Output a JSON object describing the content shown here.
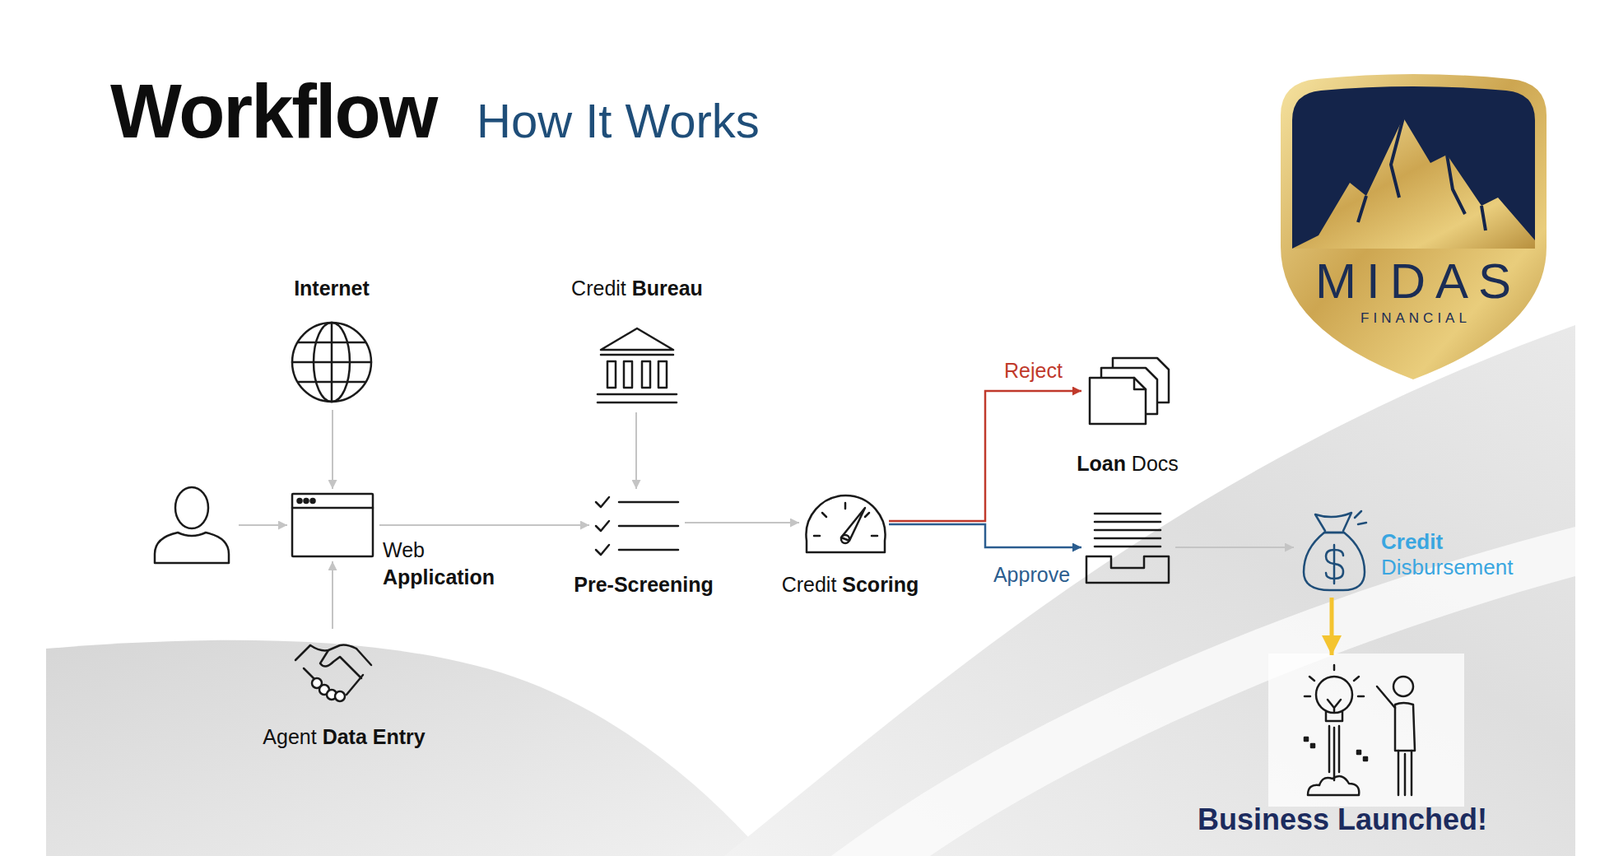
{
  "diagram": {
    "title": "Workflow",
    "nodes": [
      {
        "text": []
      },
      {
        "text": [
          "Internet"
        ]
      },
      {
        "text": [
          "Web Application"
        ]
      },
      {
        "text": [
          "Agent Data Entry"
        ]
      },
      {
        "text": [
          "Credit Bureau"
        ]
      },
      {
        "text": [
          "Pre-Screening"
        ]
      },
      {
        "text": [
          "Credit Scoring"
        ]
      },
      {
        "text": [
          "Loan Docs"
        ]
      },
      {
        "text": []
      },
      {
        "text": [
          "Credit Disbursement"
        ]
      },
      {
        "text": [
          "Business Launched!"
        ]
      }
    ],
    "edges": [
      {
        "from": 0,
        "to": 2,
        "arrow": "to"
      },
      {
        "from": 1,
        "to": 2,
        "arrow": "to"
      },
      {
        "from": 3,
        "to": 2,
        "arrow": "to"
      },
      {
        "from": 2,
        "to": 5,
        "arrow": "to"
      },
      {
        "from": 4,
        "to": 5,
        "arrow": "to"
      },
      {
        "from": 5,
        "to": 6,
        "arrow": "to"
      },
      {
        "from": 6,
        "to": 7,
        "label": "Reject",
        "arrow": "to"
      },
      {
        "from": 6,
        "to": 8,
        "label": "Approve",
        "arrow": "to"
      },
      {
        "from": 8,
        "to": 9,
        "arrow": "to"
      },
      {
        "from": 9,
        "to": 10,
        "arrow": "to"
      }
    ],
    "labels": [
      "How It Works",
      "MIDAS",
      "FINANCIAL"
    ]
  }
}
